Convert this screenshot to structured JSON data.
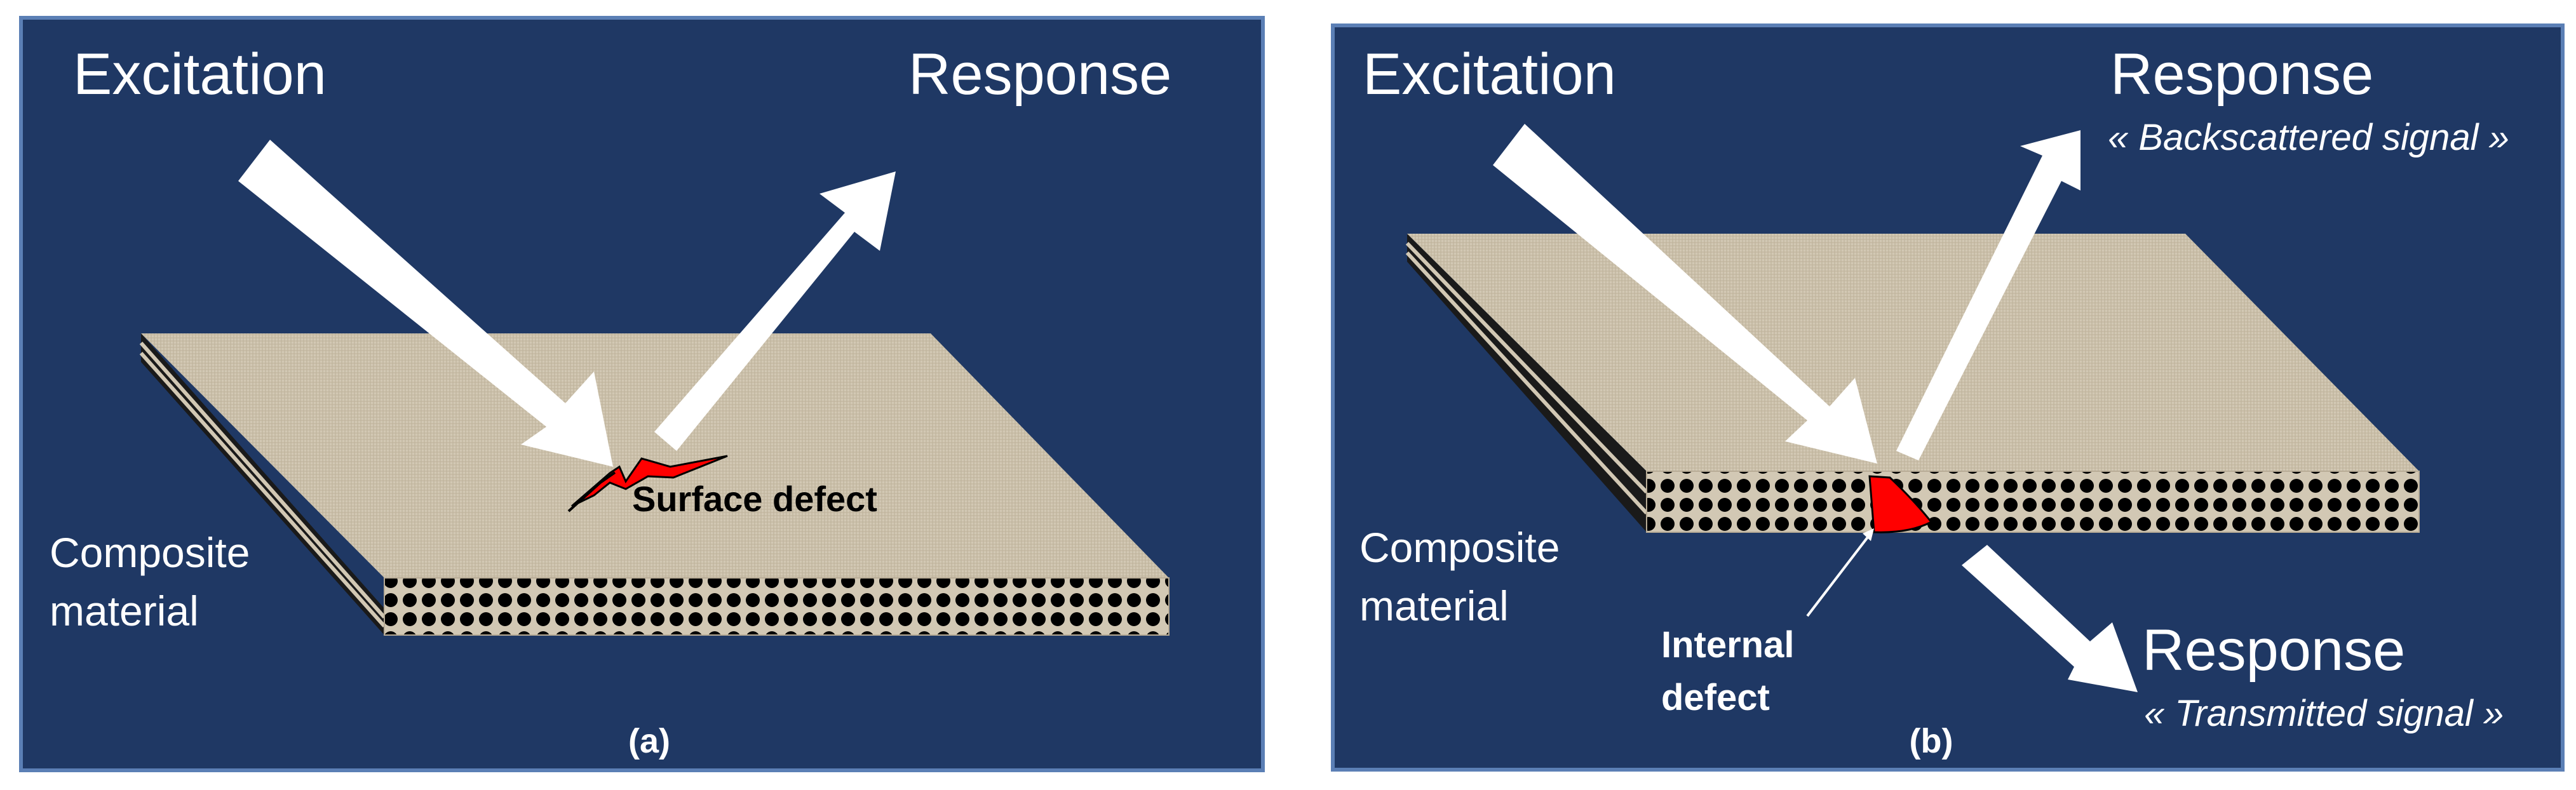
{
  "panel_a": {
    "excitation": "Excitation",
    "response": "Response",
    "defect_label": "Surface defect",
    "material_label_line1": "Composite",
    "material_label_line2": "material",
    "caption": "(a)"
  },
  "panel_b": {
    "excitation": "Excitation",
    "response_backscattered": "Response",
    "backscattered_note": "« Backscattered signal »",
    "response_transmitted": "Response",
    "transmitted_note": "« Transmitted signal »",
    "defect_label_line1": "Internal",
    "defect_label_line2": "defect",
    "material_label_line1": "Composite",
    "material_label_line2": "material",
    "caption": "(b)"
  },
  "colors": {
    "background": "#1f3864",
    "panel_border": "#5b7fb5",
    "material_top": "#d2c8b4",
    "material_side": "#b8ac96",
    "layers": "#000000",
    "defect": "#ff0000",
    "arrows": "#ffffff",
    "text": "#ffffff"
  }
}
